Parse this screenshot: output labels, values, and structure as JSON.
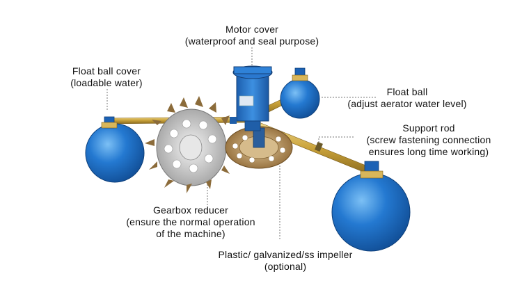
{
  "colors": {
    "float_ball_blue": "#1f6fc4",
    "float_ball_highlight": "#6fb0ee",
    "rod_brass": "#c9a23a",
    "impeller_silver": "#c8c8c8",
    "impeller_copper": "#b98a52",
    "label_text": "#111111",
    "leader_line": "#777777"
  },
  "labels": {
    "motor_cover": {
      "title": "Motor cover",
      "note": "(waterproof and seal purpose)"
    },
    "float_ball_cover": {
      "title": "Float ball cover",
      "note": "(loadable water)"
    },
    "float_ball": {
      "title": "Float ball",
      "note": "(adjust aerator water level)"
    },
    "support_rod": {
      "title": "Support rod",
      "note_line1": "(screw fastening connection",
      "note_line2": "ensures long time working)"
    },
    "gearbox_reducer": {
      "title": "Gearbox reducer",
      "note_line1": "(ensure the normal operation",
      "note_line2": "of the machine)"
    },
    "impeller": {
      "title": "Plastic/ galvanized/ss impeller",
      "note": "(optional)"
    }
  }
}
